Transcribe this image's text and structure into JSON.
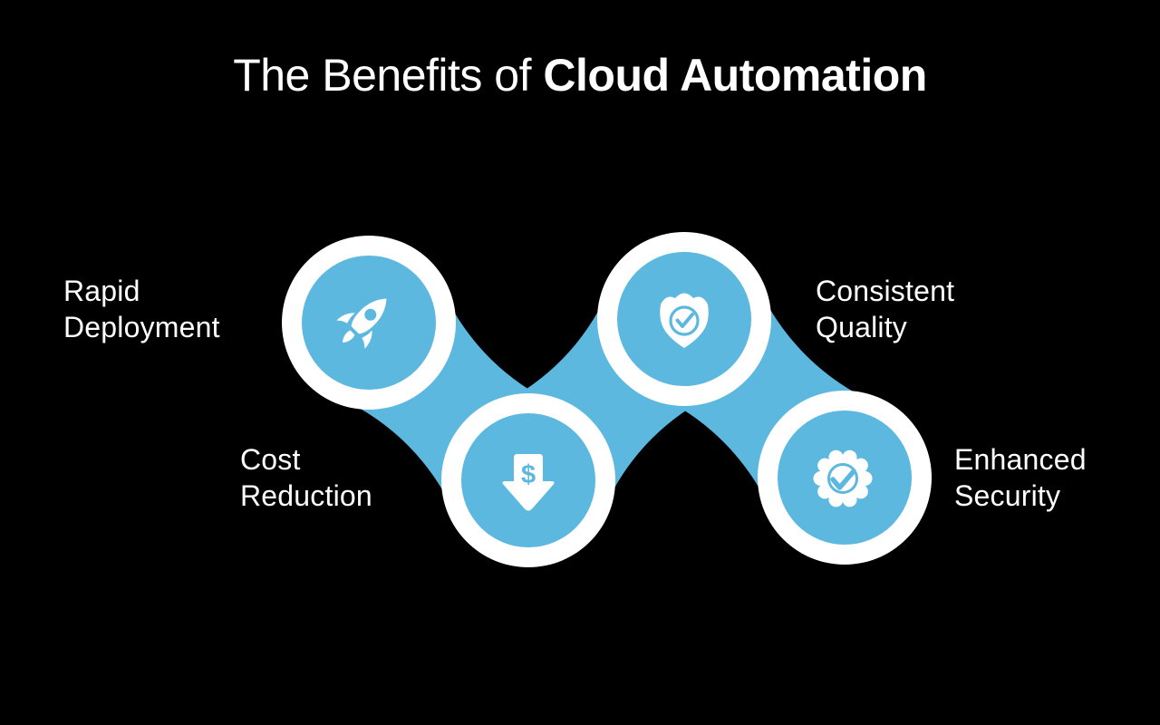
{
  "colors": {
    "background": "#000000",
    "blob_blue": "#5DB8DF",
    "text_white": "#FFFFFF"
  },
  "title": {
    "prefix": "The Benefits of",
    "highlight": "Cloud Automation"
  },
  "benefits": [
    {
      "id": "rapid-deployment",
      "line1": "Rapid",
      "line2": "Deployment",
      "icon": "rocket-icon",
      "node_position": "top-left"
    },
    {
      "id": "cost-reduction",
      "line1": "Cost",
      "line2": "Reduction",
      "icon": "money-down-arrow-icon",
      "node_position": "bottom-middle-left"
    },
    {
      "id": "consistent-quality",
      "line1": "Consistent",
      "line2": "Quality",
      "icon": "shield-check-icon",
      "node_position": "top-middle-right"
    },
    {
      "id": "enhanced-security",
      "line1": "Enhanced",
      "line2": "Security",
      "icon": "badge-check-icon",
      "node_position": "bottom-right"
    }
  ],
  "icon_glyphs": {
    "dollar": "$"
  }
}
